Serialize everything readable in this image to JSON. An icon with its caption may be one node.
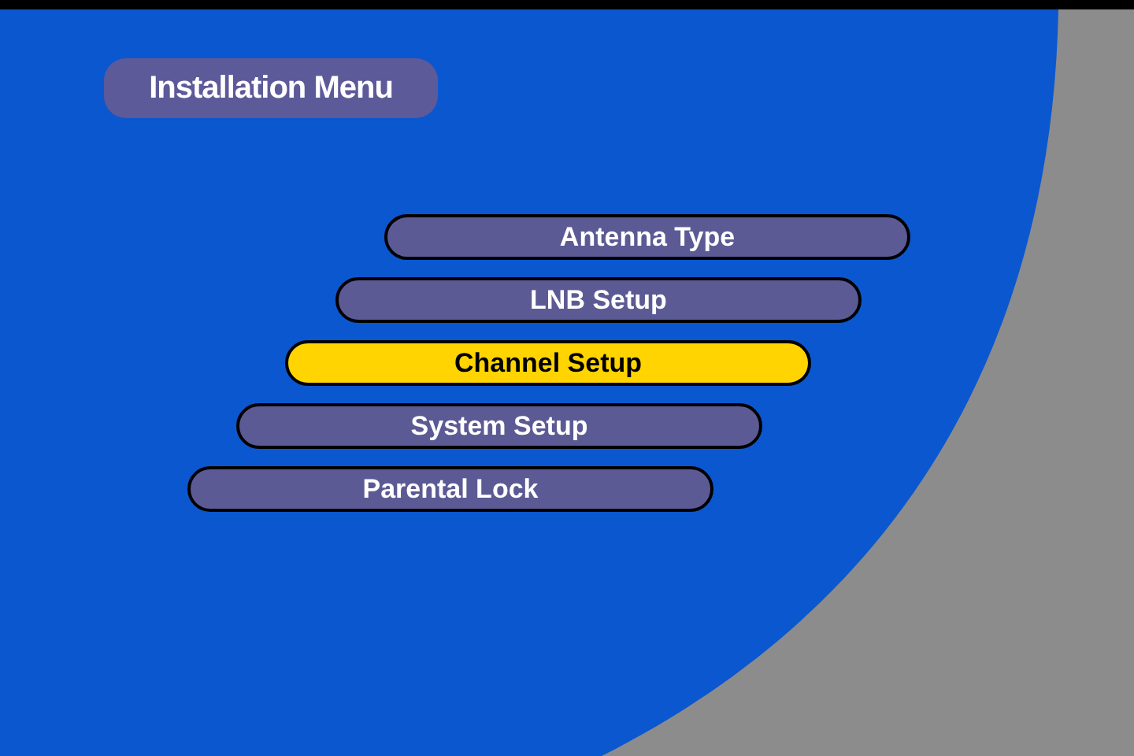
{
  "diagram": {
    "title": "Installation Menu",
    "nodes": [
      {
        "text": [
          "Antenna Type"
        ]
      },
      {
        "text": [
          "LNB Setup"
        ]
      },
      {
        "text": [
          "Channel Setup"
        ]
      },
      {
        "text": [
          "System Setup"
        ]
      },
      {
        "text": [
          "Parental Lock"
        ]
      }
    ]
  }
}
